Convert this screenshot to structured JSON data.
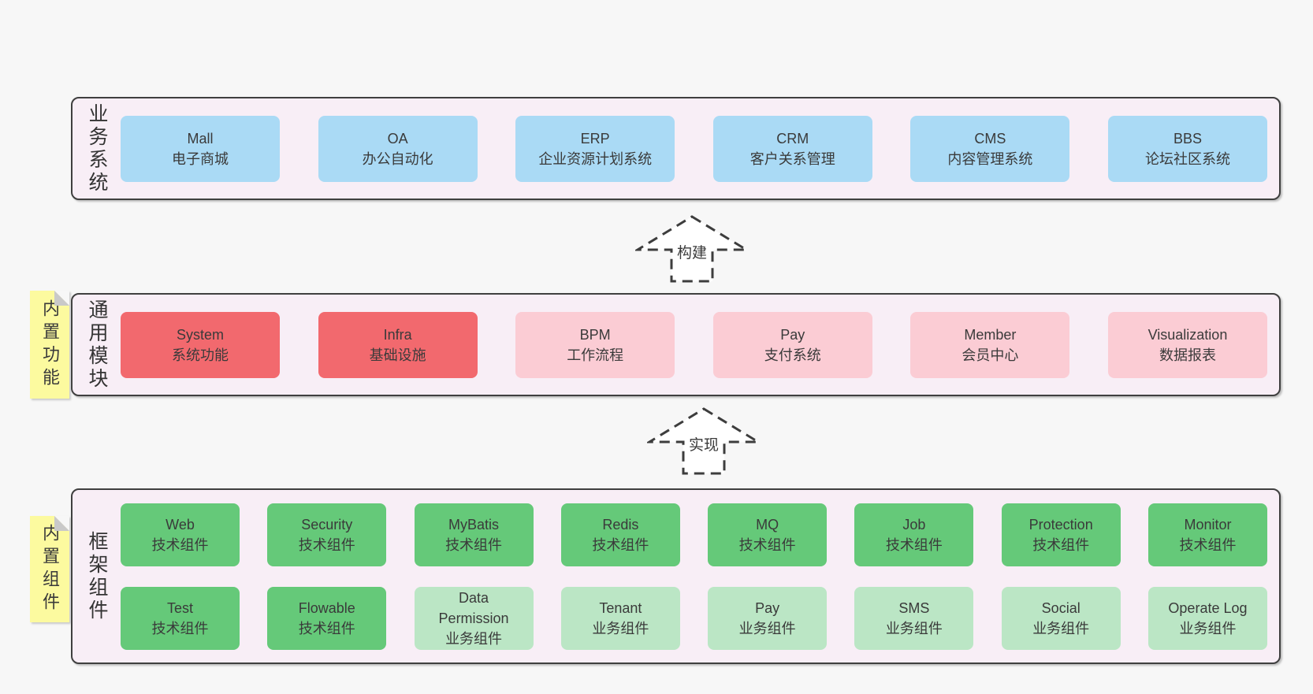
{
  "palette": {
    "background": "#f7f7f7",
    "container_fill": "#f8eef6",
    "container_border": "#3f3f3f",
    "box_blue": "#aadaf5",
    "box_red": "#f2696e",
    "box_pink": "#fbccd4",
    "box_green": "#65c979",
    "box_green_light": "#bbe6c5",
    "note_yellow": "#fcfa9f",
    "note_fold": "#c9c9c9",
    "text": "#3a3a3a"
  },
  "arrows": {
    "build": "构建",
    "implement": "实现"
  },
  "business": {
    "label": "业务系统",
    "boxes": [
      {
        "en": "Mall",
        "zh": "电子商城"
      },
      {
        "en": "OA",
        "zh": "办公自动化"
      },
      {
        "en": "ERP",
        "zh": "企业资源计划系统"
      },
      {
        "en": "CRM",
        "zh": "客户关系管理"
      },
      {
        "en": "CMS",
        "zh": "内容管理系统"
      },
      {
        "en": "BBS",
        "zh": "论坛社区系统"
      }
    ]
  },
  "modules": {
    "label": "通用模块",
    "note": "内置功能",
    "boxes": [
      {
        "en": "System",
        "zh": "系统功能"
      },
      {
        "en": "Infra",
        "zh": "基础设施"
      },
      {
        "en": "BPM",
        "zh": "工作流程"
      },
      {
        "en": "Pay",
        "zh": "支付系统"
      },
      {
        "en": "Member",
        "zh": "会员中心"
      },
      {
        "en": "Visualization",
        "zh": "数据报表"
      }
    ]
  },
  "framework": {
    "label": "框架组件",
    "note": "内置组件",
    "row1": [
      {
        "en": "Web",
        "zh": "技术组件"
      },
      {
        "en": "Security",
        "zh": "技术组件"
      },
      {
        "en": "MyBatis",
        "zh": "技术组件"
      },
      {
        "en": "Redis",
        "zh": "技术组件"
      },
      {
        "en": "MQ",
        "zh": "技术组件"
      },
      {
        "en": "Job",
        "zh": "技术组件"
      },
      {
        "en": "Protection",
        "zh": "技术组件"
      },
      {
        "en": "Monitor",
        "zh": "技术组件"
      }
    ],
    "row2": [
      {
        "en": "Test",
        "zh": "技术组件"
      },
      {
        "en": "Flowable",
        "zh": "技术组件"
      },
      {
        "en": "Data Permission",
        "zh": "业务组件"
      },
      {
        "en": "Tenant",
        "zh": "业务组件"
      },
      {
        "en": "Pay",
        "zh": "业务组件"
      },
      {
        "en": "SMS",
        "zh": "业务组件"
      },
      {
        "en": "Social",
        "zh": "业务组件"
      },
      {
        "en": "Operate Log",
        "zh": "业务组件"
      }
    ]
  }
}
